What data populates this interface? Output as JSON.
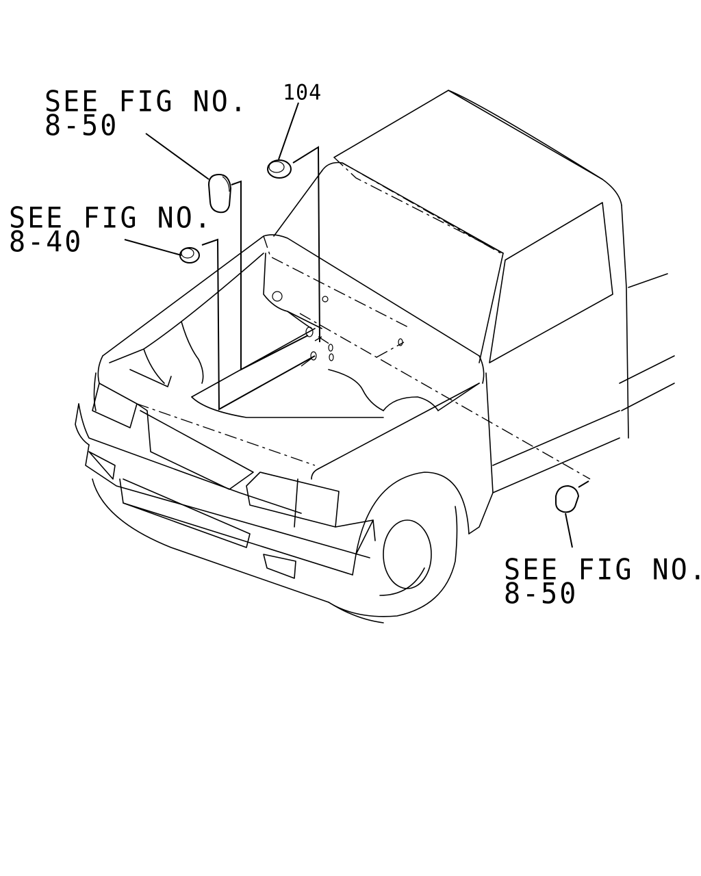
{
  "callouts": {
    "top_left": {
      "line1": "SEE FIG NO.",
      "line2": "8-50"
    },
    "mid_left": {
      "line1": "SEE FIG NO.",
      "line2": "8-40"
    },
    "bottom_right": {
      "line1": "SEE FIG NO.",
      "line2": "8-50"
    },
    "part_number": "104"
  },
  "colors": {
    "ink": "#000000",
    "background": "#ffffff"
  }
}
